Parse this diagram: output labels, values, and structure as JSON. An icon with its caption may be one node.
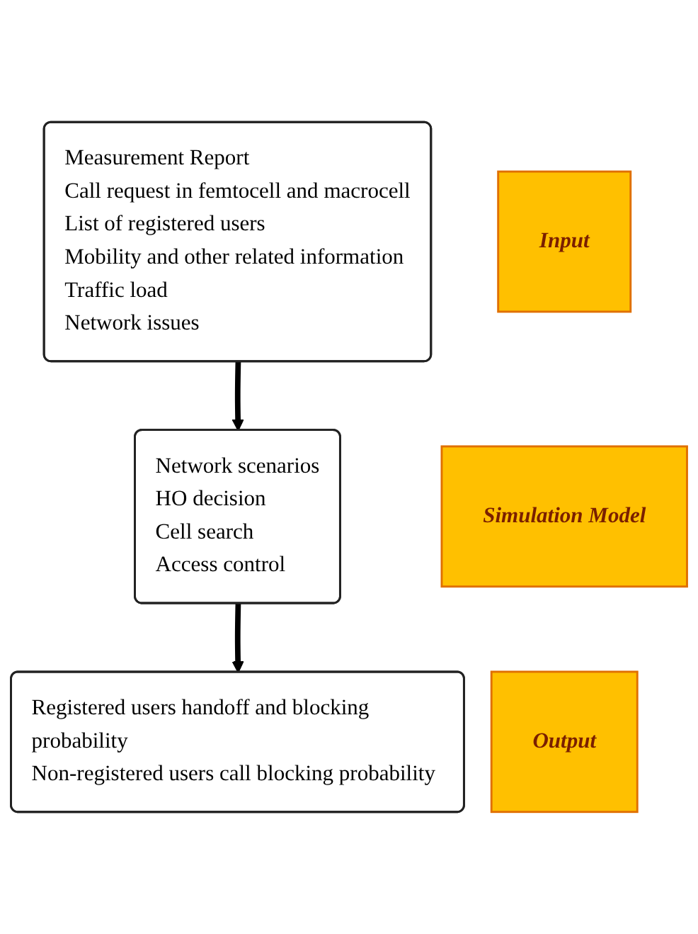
{
  "diagram": {
    "nodes": [
      {
        "text": [
          "Measurement Report",
          "Call request in femtocell and macrocell",
          "List of registered users",
          "Mobility and other related information",
          "Traffic load",
          "Network issues"
        ]
      },
      {
        "text": [
          "Input"
        ]
      },
      {
        "text": [
          "Network scenarios",
          "HO decision",
          "Cell search",
          "Access control"
        ]
      },
      {
        "text": [
          "Simulation Model"
        ]
      },
      {
        "text": [
          "Registered users handoff and blocking probability",
          "Non-registered users call blocking probability"
        ]
      },
      {
        "text": [
          "Output"
        ]
      }
    ],
    "edges": [
      {
        "from": 0,
        "to": 2,
        "arrow": "to"
      },
      {
        "from": 2,
        "to": 4,
        "arrow": "to"
      }
    ]
  }
}
